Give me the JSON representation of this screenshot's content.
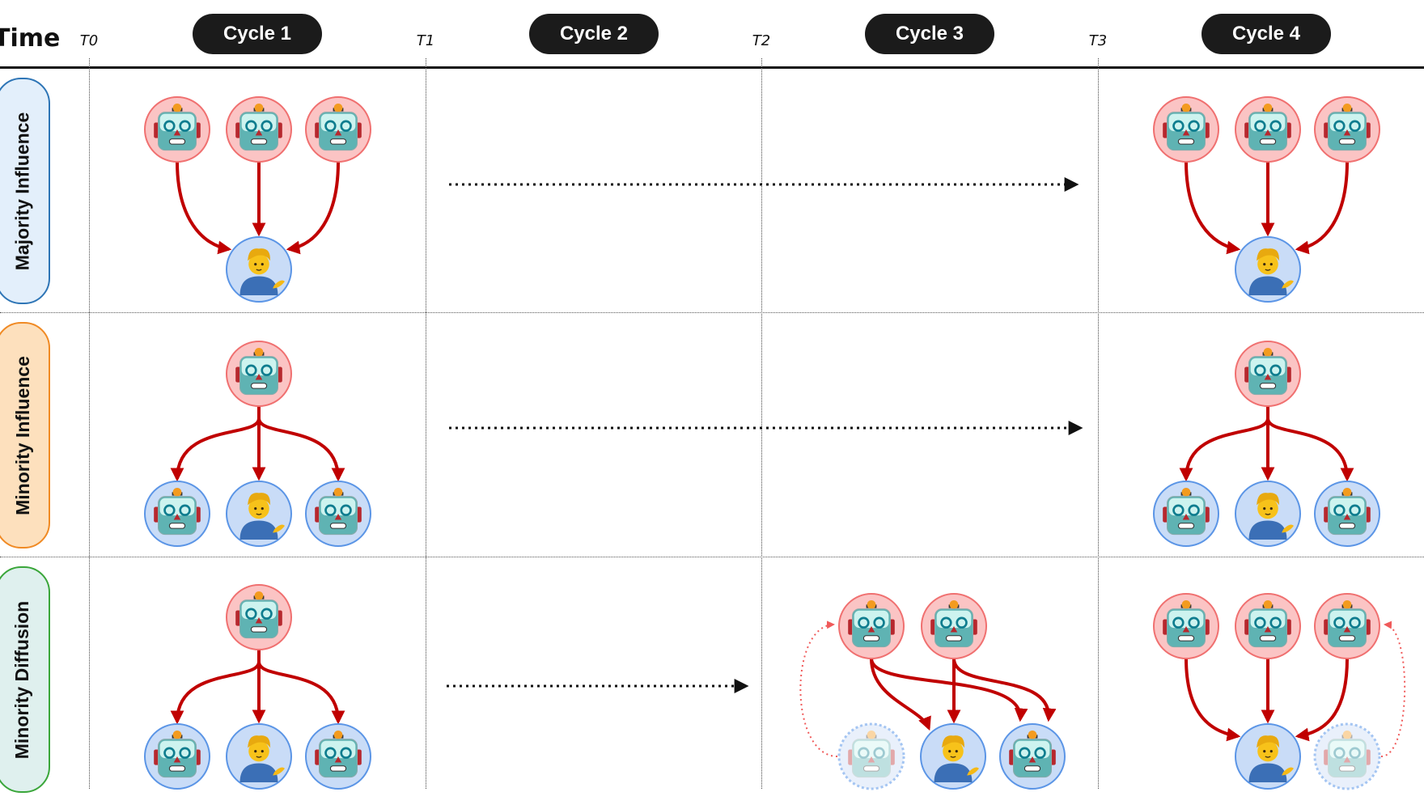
{
  "header": {
    "timeline_label": "Time",
    "time_marks": [
      "T0",
      "T1",
      "T2",
      "T3"
    ],
    "cycles": [
      "Cycle 1",
      "Cycle 2",
      "Cycle 3",
      "Cycle 4"
    ]
  },
  "rows": [
    {
      "label": "Majority Influence",
      "fill": "#e3effb",
      "stroke": "#2e75b6"
    },
    {
      "label": "Minority Influence",
      "fill": "#fde0bd",
      "stroke": "#f08a24"
    },
    {
      "label": "Minority Diffusion",
      "fill": "#dff0ee",
      "stroke": "#3aa63a"
    }
  ],
  "colors": {
    "agent_node_fill": "#fbc4c4",
    "agent_node_stroke": "#f07070",
    "target_node_fill": "#c9dcf7",
    "target_node_stroke": "#5b95e6",
    "influence_arrow": "#c00000",
    "feedback_arrow": "#f05a5a",
    "progress_arrow": "#111111"
  },
  "icons": {
    "agent": "robot-icon",
    "human": "person-icon"
  }
}
